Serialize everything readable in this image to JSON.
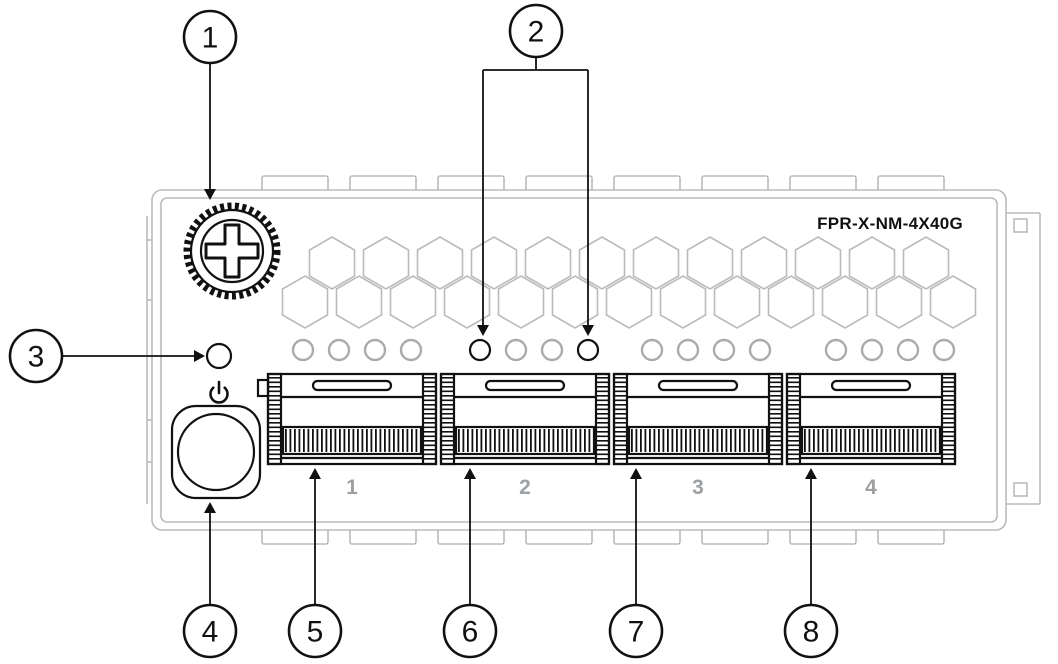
{
  "figure": {
    "model_label": "FPR-X-NM-4X40G",
    "port_labels": [
      "1",
      "2",
      "3",
      "4"
    ],
    "callout_numbers": [
      "1",
      "2",
      "3",
      "4",
      "5",
      "6",
      "7",
      "8"
    ]
  },
  "colors": {
    "line-dark": "#111111",
    "line-light": "#b9bbbd",
    "line-light-led": "#a9abad",
    "port-label": "#9da0a3",
    "background": "#ffffff"
  }
}
